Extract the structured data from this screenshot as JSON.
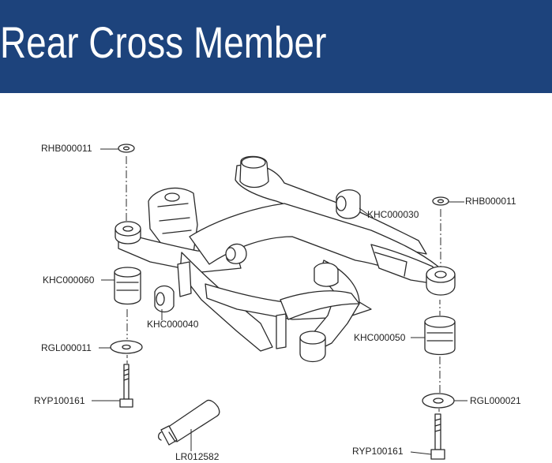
{
  "page": {
    "title": "Rear Cross Member"
  },
  "colors": {
    "header_bg": "#1d437c",
    "title_text": "#ffffff",
    "line_art": "#2a2a2a"
  },
  "parts": {
    "rhb_left": "RHB000011",
    "rhb_right": "RHB000011",
    "khc030": "KHC000030",
    "khc060": "KHC000060",
    "khc040": "KHC000040",
    "rgl011": "RGL000011",
    "khc050": "KHC000050",
    "ryp_left": "RYP100161",
    "rgl021": "RGL000021",
    "lr": "LR012582",
    "ryp_right": "RYP100161"
  }
}
